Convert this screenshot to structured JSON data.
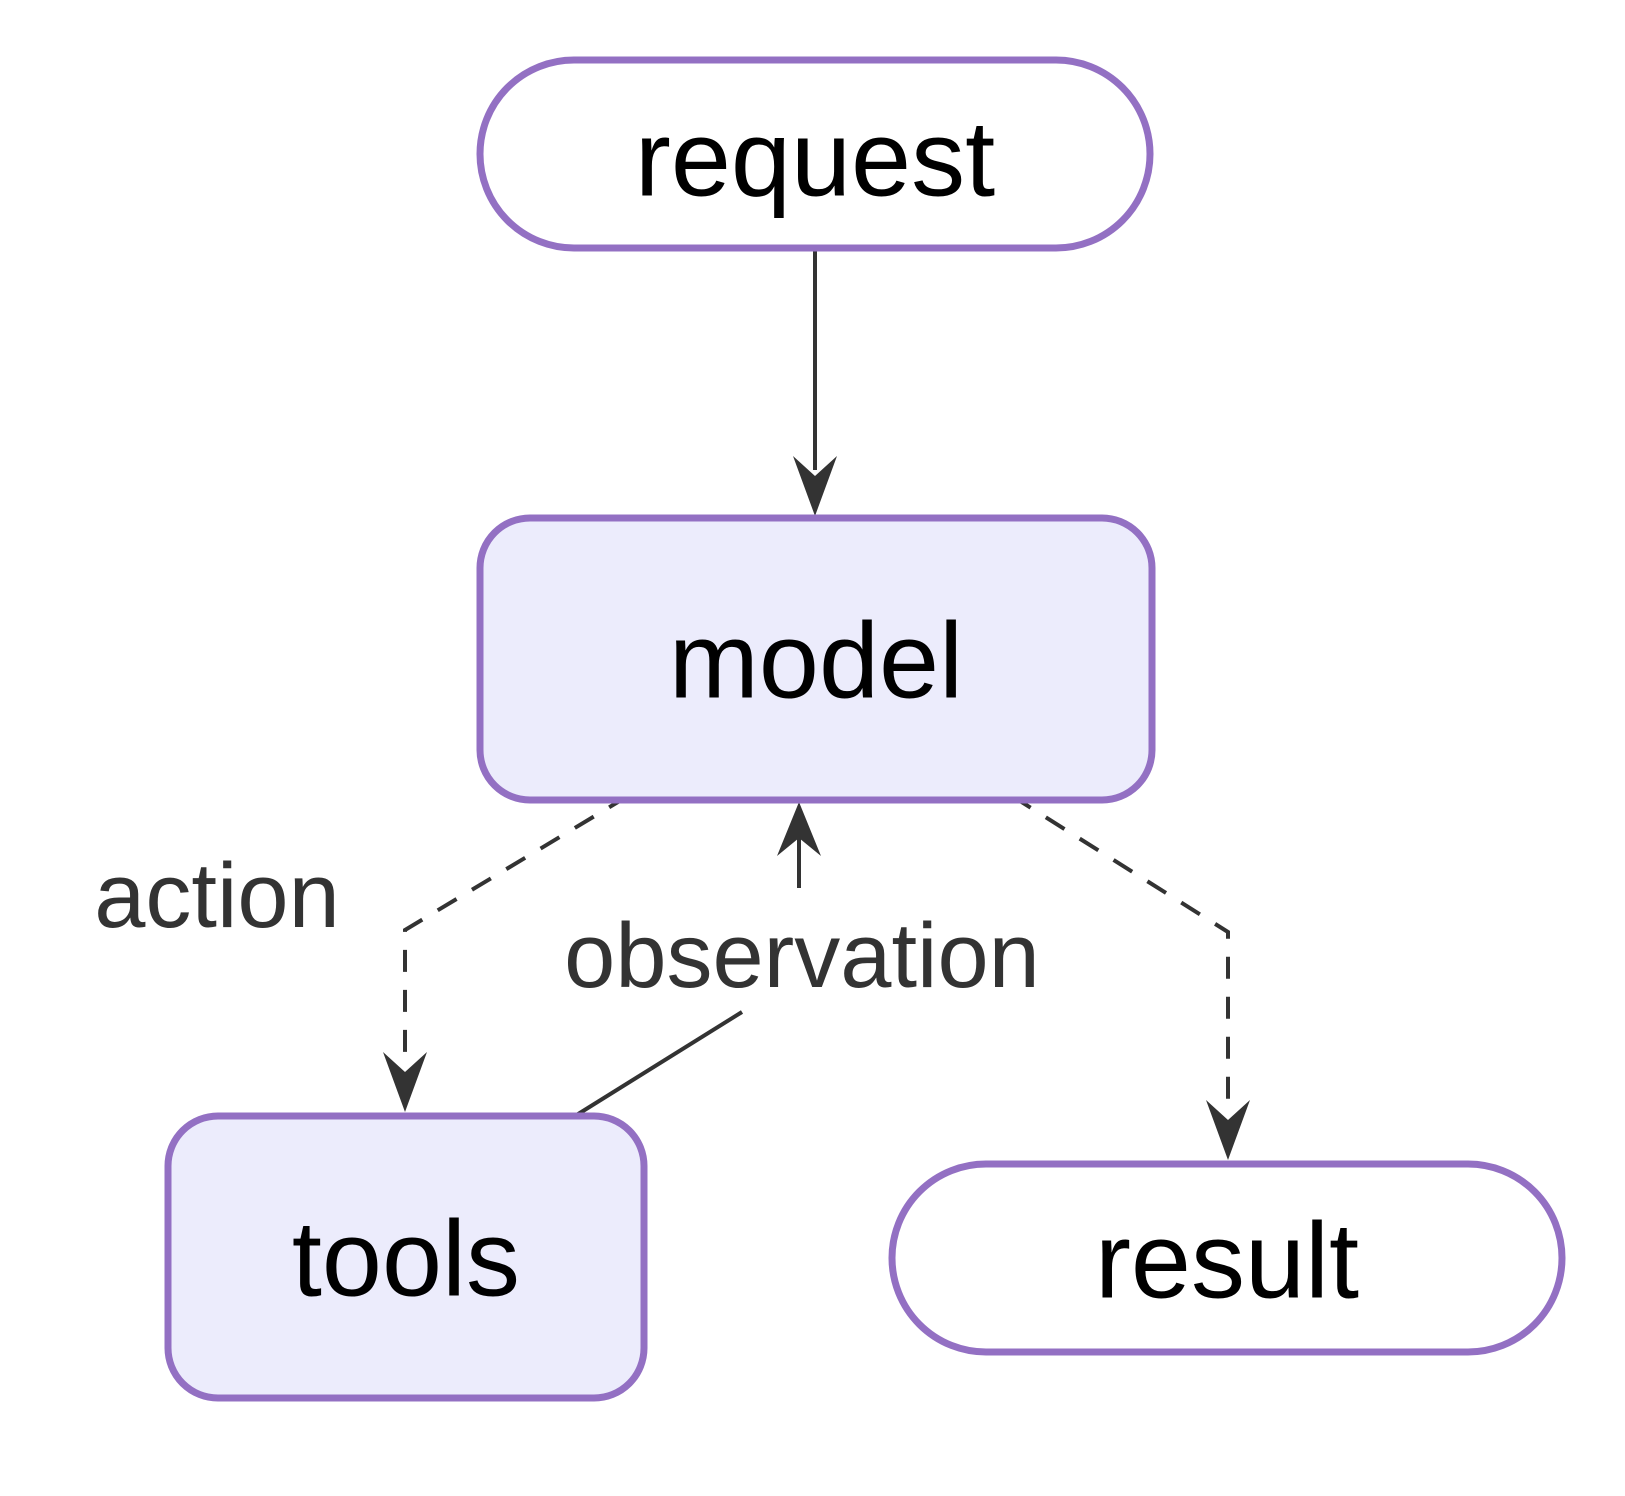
{
  "nodes": {
    "request": {
      "label": "request",
      "shape": "stadium"
    },
    "model": {
      "label": "model",
      "shape": "rounded-rect"
    },
    "tools": {
      "label": "tools",
      "shape": "rounded-rect"
    },
    "result": {
      "label": "result",
      "shape": "stadium"
    }
  },
  "edges": {
    "request_to_model": {
      "from": "request",
      "to": "model",
      "style": "solid",
      "label": ""
    },
    "model_to_tools": {
      "from": "model",
      "to": "tools",
      "style": "dashed",
      "label": "action"
    },
    "tools_to_model": {
      "from": "tools",
      "to": "model",
      "style": "solid",
      "label": "observation"
    },
    "model_to_result": {
      "from": "model",
      "to": "result",
      "style": "dashed",
      "label": ""
    }
  },
  "colors": {
    "node_border": "#9370c3",
    "process_fill": "#ececfc",
    "terminal_fill": "#ffffff",
    "edge": "#333333",
    "text": "#000000"
  }
}
